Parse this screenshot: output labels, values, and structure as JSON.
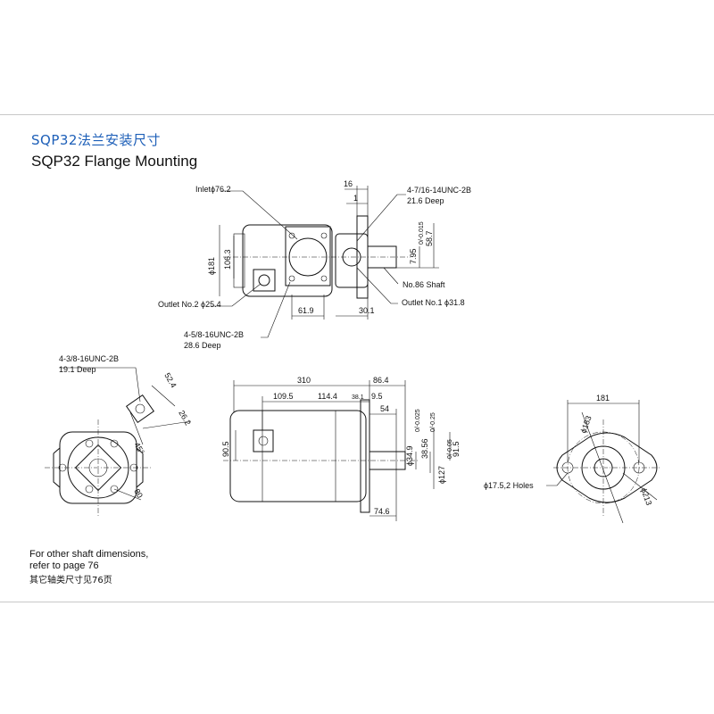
{
  "title_cn": "SQP32法兰安装尺寸",
  "title_en": "SQP32 Flange Mounting",
  "labels": {
    "inlet": "Inletϕ76.2",
    "thread_shaft_end": "4-7/16-14UNC-2B",
    "thread_shaft_end_depth": "21.6 Deep",
    "outlet2": "Outlet No.2 ϕ25.4",
    "shaft": "No.86 Shaft",
    "outlet1": "Outlet No.1 ϕ31.8",
    "thread_bottom": "4-5/8-16UNC-2B",
    "thread_bottom_depth": "28.6 Deep",
    "thread_left": "4-3/8-16UNC-2B",
    "thread_left_depth": "19.1 Deep",
    "holes": "ϕ17.5,2 Holes"
  },
  "dims": {
    "d16": "16",
    "d1": "1",
    "d181_left": "ϕ181",
    "d106_3": "106.3",
    "d7_95": "7.95",
    "d7_95_tol": "0/-0.015",
    "d58_7": "58.7",
    "d61_9": "61.9",
    "d30_1": "30.1",
    "d52_4": "52.4",
    "d26_2": "26.2",
    "d45": "45°",
    "d80": "80",
    "d310": "310",
    "d86_4": "86.4",
    "d109_5": "109.5",
    "d114_4": "114.4",
    "d38_1": "38.1",
    "d9_5": "9.5",
    "d54": "54",
    "d90_5": "90.5",
    "d34_9": "ϕ34.9",
    "d34_9_tol": "0/-0.025",
    "d38_56": "38.56",
    "d38_56_tol": "0/-0.25",
    "d91_5": "91.5",
    "d127": "ϕ127",
    "d127_tol": "0/-0.05",
    "d74_6": "74.6",
    "d181_right": "181",
    "d183": "ϕ183",
    "d213": "ϕ213"
  },
  "notes": {
    "line1": "For other shaft dimensions,",
    "line2": "refer to page 76",
    "line3": "其它轴类尺寸见76页"
  }
}
